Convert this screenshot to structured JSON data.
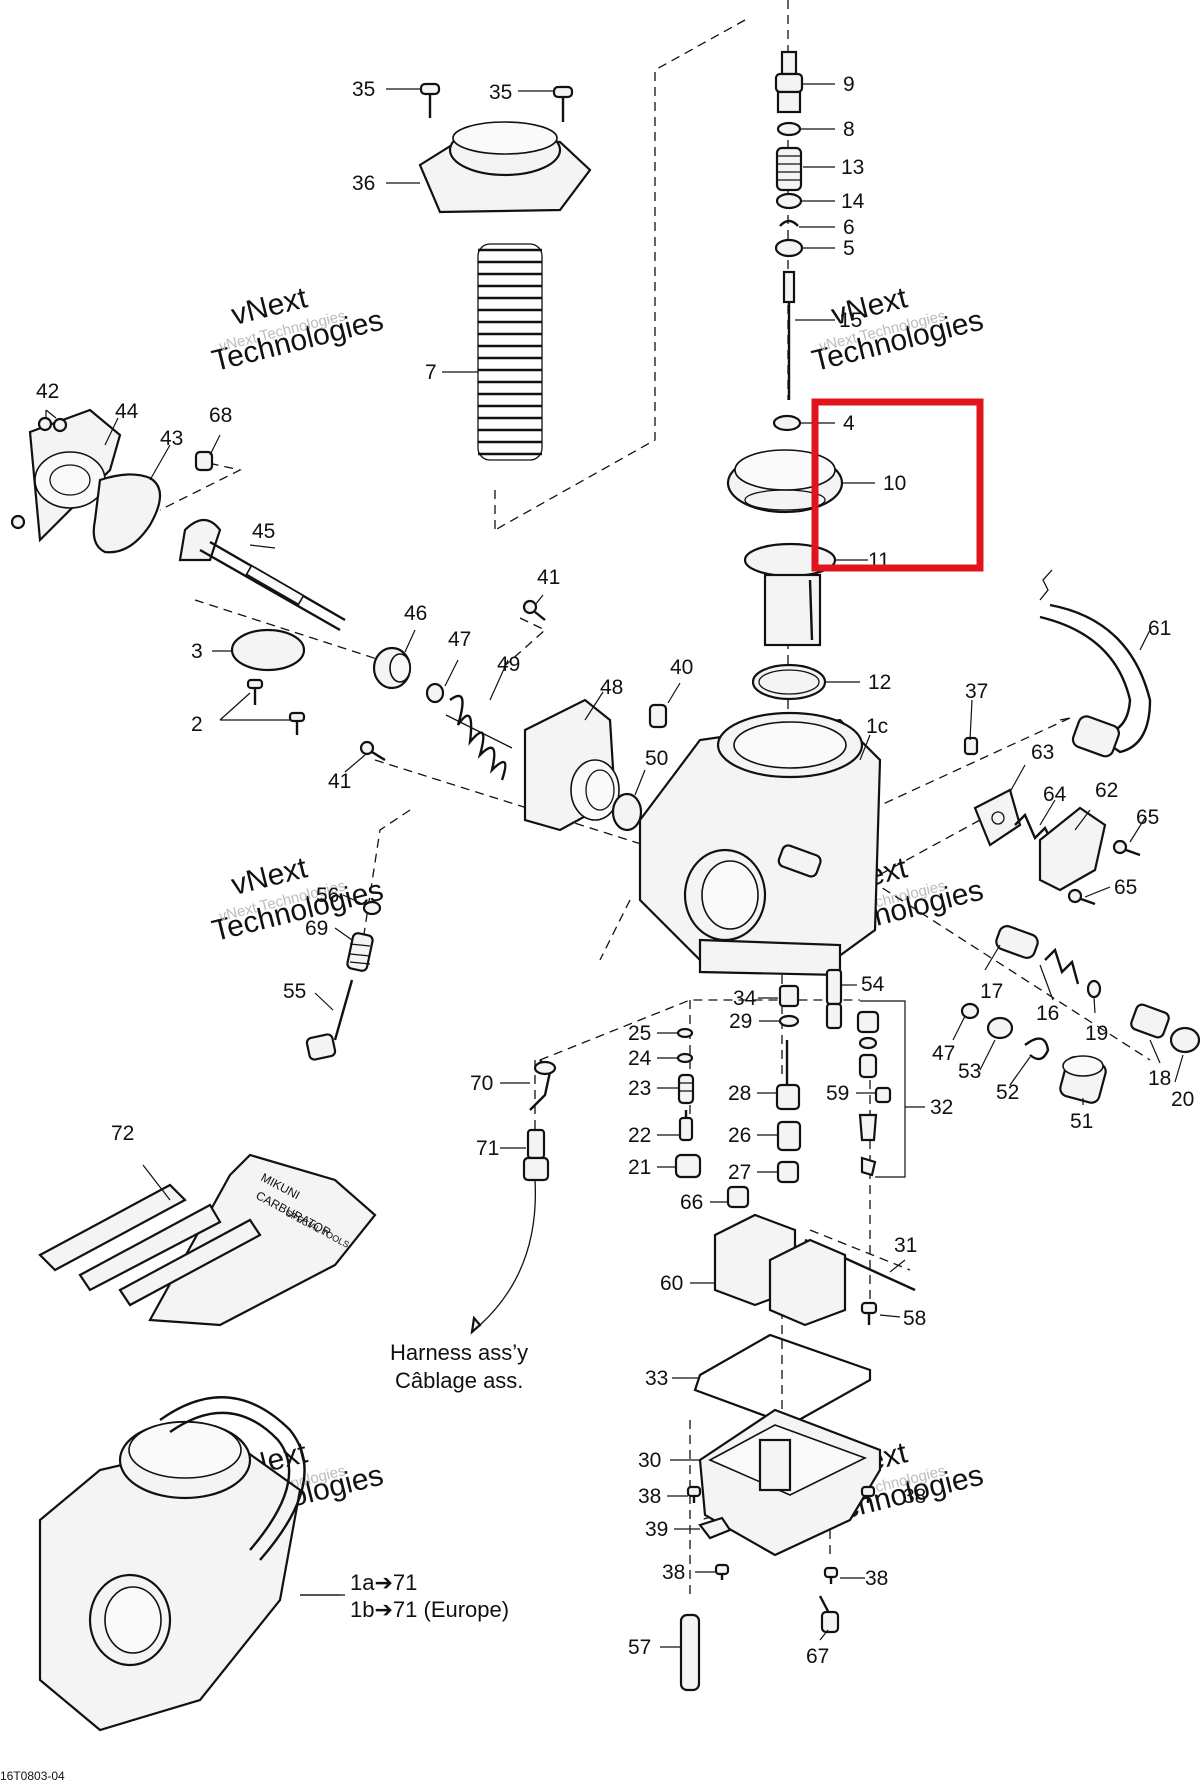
{
  "callouts": [
    {
      "id": "c35a",
      "text": "35"
    },
    {
      "id": "c35b",
      "text": "35"
    },
    {
      "id": "c36",
      "text": "36"
    },
    {
      "id": "c7",
      "text": "7"
    },
    {
      "id": "c9",
      "text": "9"
    },
    {
      "id": "c8",
      "text": "8"
    },
    {
      "id": "c13",
      "text": "13"
    },
    {
      "id": "c14",
      "text": "14"
    },
    {
      "id": "c6",
      "text": "6"
    },
    {
      "id": "c5",
      "text": "5"
    },
    {
      "id": "c15",
      "text": "15"
    },
    {
      "id": "c4",
      "text": "4"
    },
    {
      "id": "c10",
      "text": "10"
    },
    {
      "id": "c11",
      "text": "11"
    },
    {
      "id": "c12",
      "text": "12"
    },
    {
      "id": "c61",
      "text": "61"
    },
    {
      "id": "c42",
      "text": "42"
    },
    {
      "id": "c44",
      "text": "44"
    },
    {
      "id": "c43",
      "text": "43"
    },
    {
      "id": "c68",
      "text": "68"
    },
    {
      "id": "c45",
      "text": "45"
    },
    {
      "id": "c41a",
      "text": "41"
    },
    {
      "id": "c46",
      "text": "46"
    },
    {
      "id": "c47a",
      "text": "47"
    },
    {
      "id": "c49",
      "text": "49"
    },
    {
      "id": "c48",
      "text": "48"
    },
    {
      "id": "c40",
      "text": "40"
    },
    {
      "id": "c3",
      "text": "3"
    },
    {
      "id": "c2",
      "text": "2"
    },
    {
      "id": "c1c",
      "text": "1c"
    },
    {
      "id": "c37",
      "text": "37"
    },
    {
      "id": "c63",
      "text": "63"
    },
    {
      "id": "c64",
      "text": "64"
    },
    {
      "id": "c62",
      "text": "62"
    },
    {
      "id": "c65a",
      "text": "65"
    },
    {
      "id": "c65b",
      "text": "65"
    },
    {
      "id": "c41b",
      "text": "41"
    },
    {
      "id": "c50",
      "text": "50"
    },
    {
      "id": "c56",
      "text": "56"
    },
    {
      "id": "c69",
      "text": "69"
    },
    {
      "id": "c55",
      "text": "55"
    },
    {
      "id": "c34",
      "text": "34"
    },
    {
      "id": "c54",
      "text": "54"
    },
    {
      "id": "c17",
      "text": "17"
    },
    {
      "id": "c29",
      "text": "29"
    },
    {
      "id": "c25",
      "text": "25"
    },
    {
      "id": "c24",
      "text": "24"
    },
    {
      "id": "c23",
      "text": "23"
    },
    {
      "id": "c28",
      "text": "28"
    },
    {
      "id": "c59",
      "text": "59"
    },
    {
      "id": "c32",
      "text": "32"
    },
    {
      "id": "c22",
      "text": "22"
    },
    {
      "id": "c26",
      "text": "26"
    },
    {
      "id": "c21",
      "text": "21"
    },
    {
      "id": "c27",
      "text": "27"
    },
    {
      "id": "c66",
      "text": "66"
    },
    {
      "id": "c16",
      "text": "16"
    },
    {
      "id": "c19",
      "text": "19"
    },
    {
      "id": "c47b",
      "text": "47"
    },
    {
      "id": "c53",
      "text": "53"
    },
    {
      "id": "c52",
      "text": "52"
    },
    {
      "id": "c51",
      "text": "51"
    },
    {
      "id": "c18",
      "text": "18"
    },
    {
      "id": "c20",
      "text": "20"
    },
    {
      "id": "c70",
      "text": "70"
    },
    {
      "id": "c71",
      "text": "71"
    },
    {
      "id": "c72",
      "text": "72"
    },
    {
      "id": "c31",
      "text": "31"
    },
    {
      "id": "c60",
      "text": "60"
    },
    {
      "id": "c58",
      "text": "58"
    },
    {
      "id": "c33",
      "text": "33"
    },
    {
      "id": "c30",
      "text": "30"
    },
    {
      "id": "c38a",
      "text": "38"
    },
    {
      "id": "c38b",
      "text": "38"
    },
    {
      "id": "c39",
      "text": "39"
    },
    {
      "id": "c38c",
      "text": "38"
    },
    {
      "id": "c38d",
      "text": "38"
    },
    {
      "id": "c57",
      "text": "57"
    },
    {
      "id": "c67",
      "text": "67"
    }
  ],
  "captions": {
    "harness_en": "Harness ass’y",
    "harness_fr": "Câblage ass.",
    "assembly_1": "1a➔71",
    "assembly_2": "1b➔71 (Europe)",
    "figure_code": "16T0803-04"
  },
  "tool_kit": {
    "line1": "MIKUNI",
    "line2": "CARBURATOR",
    "line3": "SPECIAL TOOLS"
  },
  "watermark": {
    "line1": "vNext",
    "line2": "Technologies",
    "line3": "vNext Technologies"
  },
  "highlight": {
    "color": "#e0141c",
    "covers": [
      "4",
      "10",
      "11"
    ]
  },
  "colors": {
    "ink": "#111111",
    "watermark": "#cfcfcf"
  }
}
